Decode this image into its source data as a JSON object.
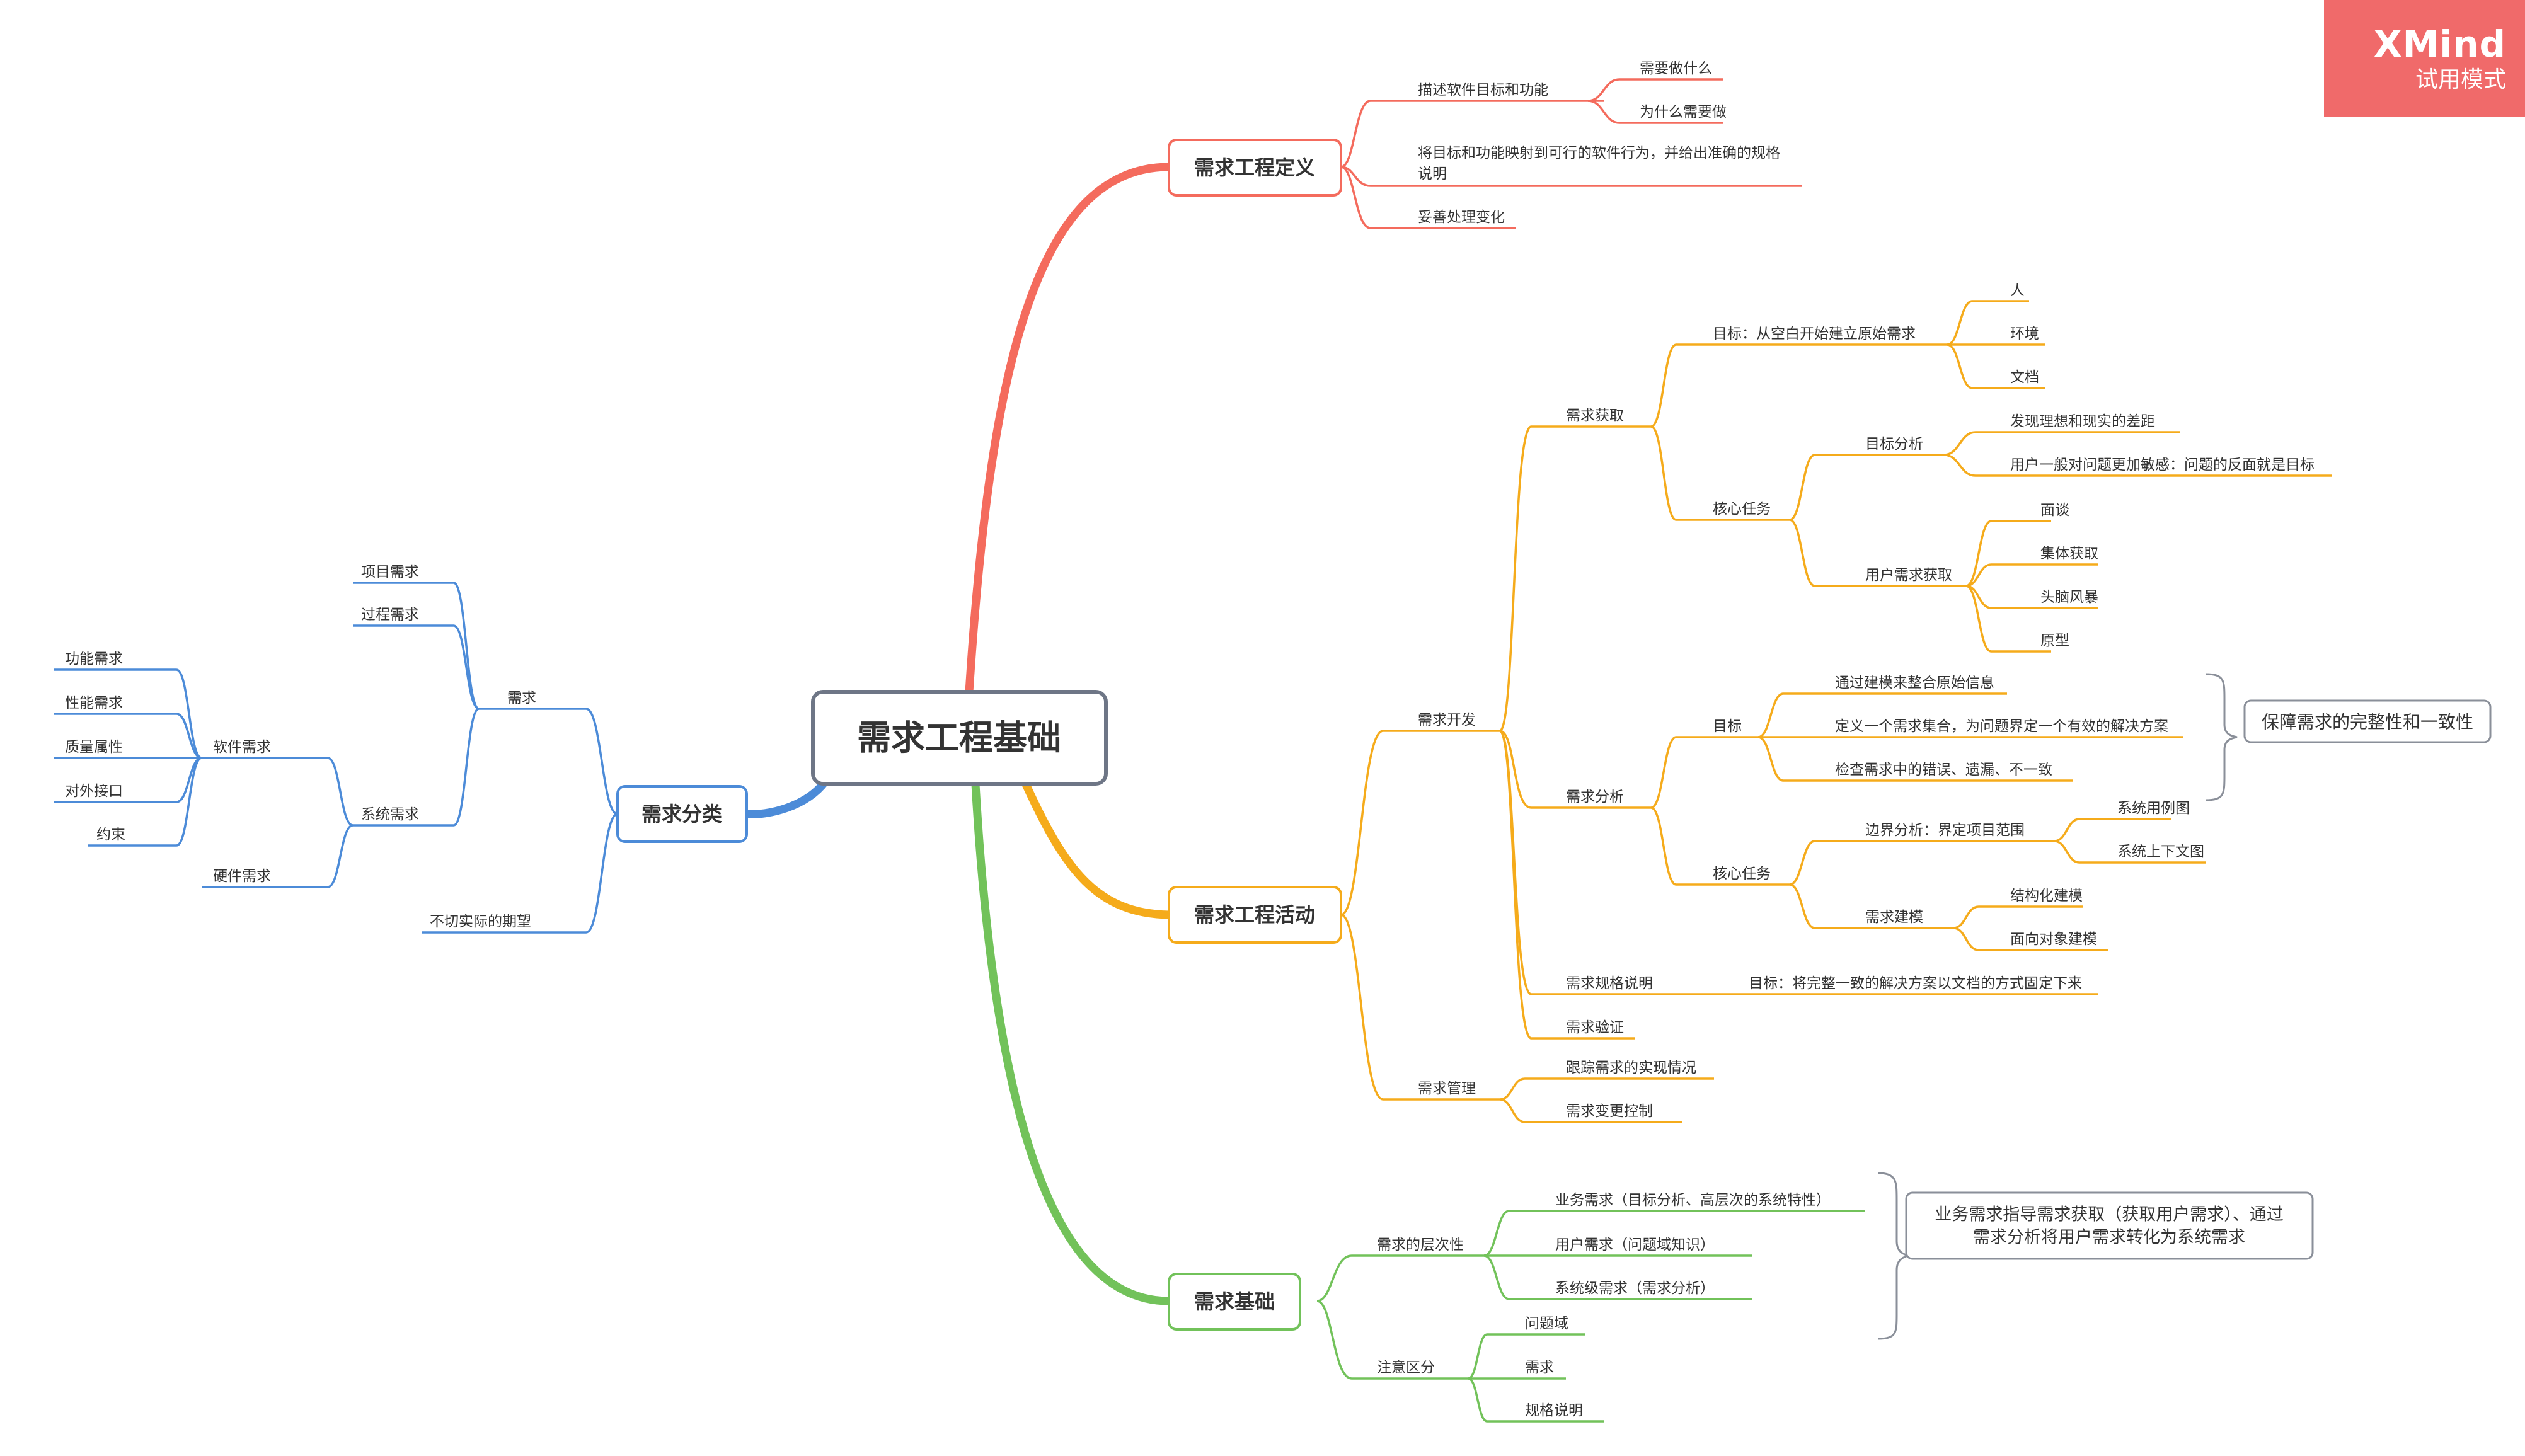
{
  "colors": {
    "red": "#f46b5d",
    "orange": "#f5ab1b",
    "green": "#72c25a",
    "blue": "#4c8bd8",
    "root_border": "#6e7686",
    "text": "#333333",
    "watermark_bg": "#f06a6a"
  },
  "watermark": {
    "brand": "XMind",
    "mode": "试用模式"
  },
  "root": {
    "label": "需求工程基础"
  },
  "definition": {
    "label": "需求工程定义",
    "describe": {
      "label": "描述软件目标和功能",
      "children": [
        "需要做什么",
        "为什么需要做"
      ]
    },
    "mapping": {
      "line1": "将目标和功能映射到可行的软件行为，并给出准确的规格",
      "line2": "说明"
    },
    "change": "妥善处理变化"
  },
  "activities": {
    "label": "需求工程活动",
    "development": {
      "label": "需求开发",
      "elicitation": {
        "label": "需求获取",
        "goal": {
          "label": "目标：从空白开始建立原始需求",
          "children": [
            "人",
            "环境",
            "文档"
          ]
        },
        "core": {
          "label": "核心任务",
          "goal_analysis": {
            "label": "目标分析",
            "children": [
              "发现理想和现实的差距",
              "用户一般对问题更加敏感：问题的反面就是目标"
            ]
          },
          "user_elicitation": {
            "label": "用户需求获取",
            "children": [
              "面谈",
              "集体获取",
              "头脑风暴",
              "原型"
            ]
          }
        }
      },
      "analysis": {
        "label": "需求分析",
        "goal": {
          "label": "目标",
          "children": [
            "通过建模来整合原始信息",
            "定义一个需求集合，为问题界定一个有效的解决方案",
            "检查需求中的错误、遗漏、不一致"
          ],
          "summary": "保障需求的完整性和一致性"
        },
        "core": {
          "label": "核心任务",
          "boundary": {
            "label": "边界分析：界定项目范围",
            "children": [
              "系统用例图",
              "系统上下文图"
            ]
          },
          "modeling": {
            "label": "需求建模",
            "children": [
              "结构化建模",
              "面向对象建模"
            ]
          }
        }
      },
      "specification": {
        "label": "需求规格说明",
        "goal": "目标：将完整一致的解决方案以文档的方式固定下来"
      },
      "validation": {
        "label": "需求验证"
      }
    },
    "management": {
      "label": "需求管理",
      "children": [
        "跟踪需求的实现情况",
        "需求变更控制"
      ]
    }
  },
  "basics": {
    "label": "需求基础",
    "levels": {
      "label": "需求的层次性",
      "children": [
        "业务需求（目标分析、高层次的系统特性）",
        "用户需求（问题域知识）",
        "系统级需求（需求分析）"
      ],
      "summary_line1": "业务需求指导需求获取（获取用户需求）、通过",
      "summary_line2": "需求分析将用户需求转化为系统需求"
    },
    "distinguish": {
      "label": "注意区分",
      "children": [
        "问题域",
        "需求",
        "规格说明"
      ]
    }
  },
  "classification": {
    "label": "需求分类",
    "requirement": {
      "label": "需求",
      "project": "项目需求",
      "process": "过程需求",
      "system": {
        "label": "系统需求",
        "software": {
          "label": "软件需求",
          "children": [
            "功能需求",
            "性能需求",
            "质量属性",
            "对外接口",
            "约束"
          ]
        },
        "hardware": "硬件需求"
      }
    },
    "unrealistic": "不切实际的期望"
  }
}
